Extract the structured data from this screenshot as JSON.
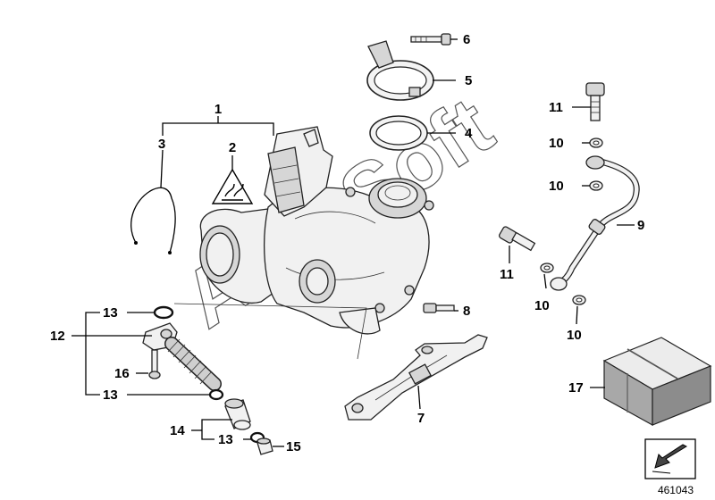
{
  "callouts": [
    {
      "id": "c1",
      "label": "1"
    },
    {
      "id": "c2",
      "label": "2"
    },
    {
      "id": "c3",
      "label": "3"
    },
    {
      "id": "c4",
      "label": "4"
    },
    {
      "id": "c5",
      "label": "5"
    },
    {
      "id": "c6",
      "label": "6"
    },
    {
      "id": "c7",
      "label": "7"
    },
    {
      "id": "c8",
      "label": "8"
    },
    {
      "id": "c9",
      "label": "9"
    },
    {
      "id": "c10a",
      "label": "10"
    },
    {
      "id": "c10b",
      "label": "10"
    },
    {
      "id": "c10c",
      "label": "10"
    },
    {
      "id": "c10d",
      "label": "10"
    },
    {
      "id": "c11a",
      "label": "11"
    },
    {
      "id": "c11b",
      "label": "11"
    },
    {
      "id": "c12",
      "label": "12"
    },
    {
      "id": "c13a",
      "label": "13"
    },
    {
      "id": "c13b",
      "label": "13"
    },
    {
      "id": "c13c",
      "label": "13"
    },
    {
      "id": "c14",
      "label": "14"
    },
    {
      "id": "c15",
      "label": "15"
    },
    {
      "id": "c16",
      "label": "16"
    },
    {
      "id": "c17",
      "label": "17"
    }
  ],
  "watermark": "AutoSoft",
  "diagram_number": "461043",
  "icons": {
    "warning": "hot-surface-warning-icon",
    "nav": "arrow-down-left-icon"
  }
}
